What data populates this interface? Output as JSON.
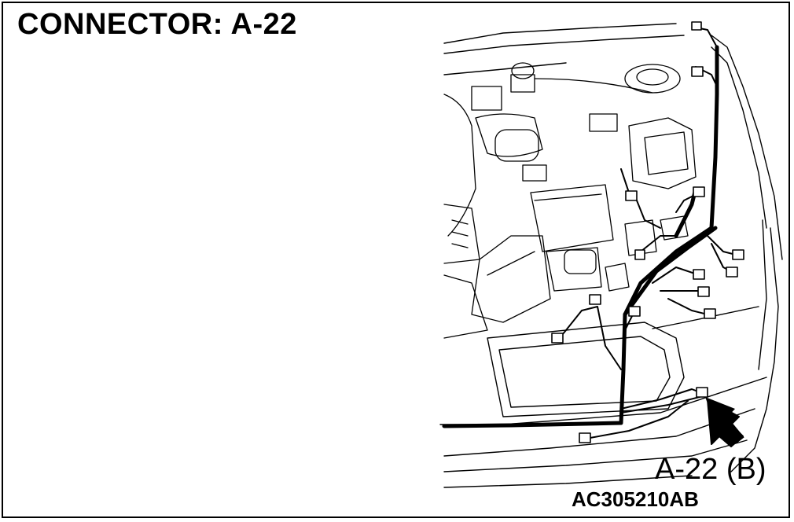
{
  "title": "CONNECTOR: A-22",
  "callout_label": "A-22 (B)",
  "figure_code": "AC305210AB",
  "colors": {
    "line": "#000000",
    "background": "#ffffff"
  }
}
